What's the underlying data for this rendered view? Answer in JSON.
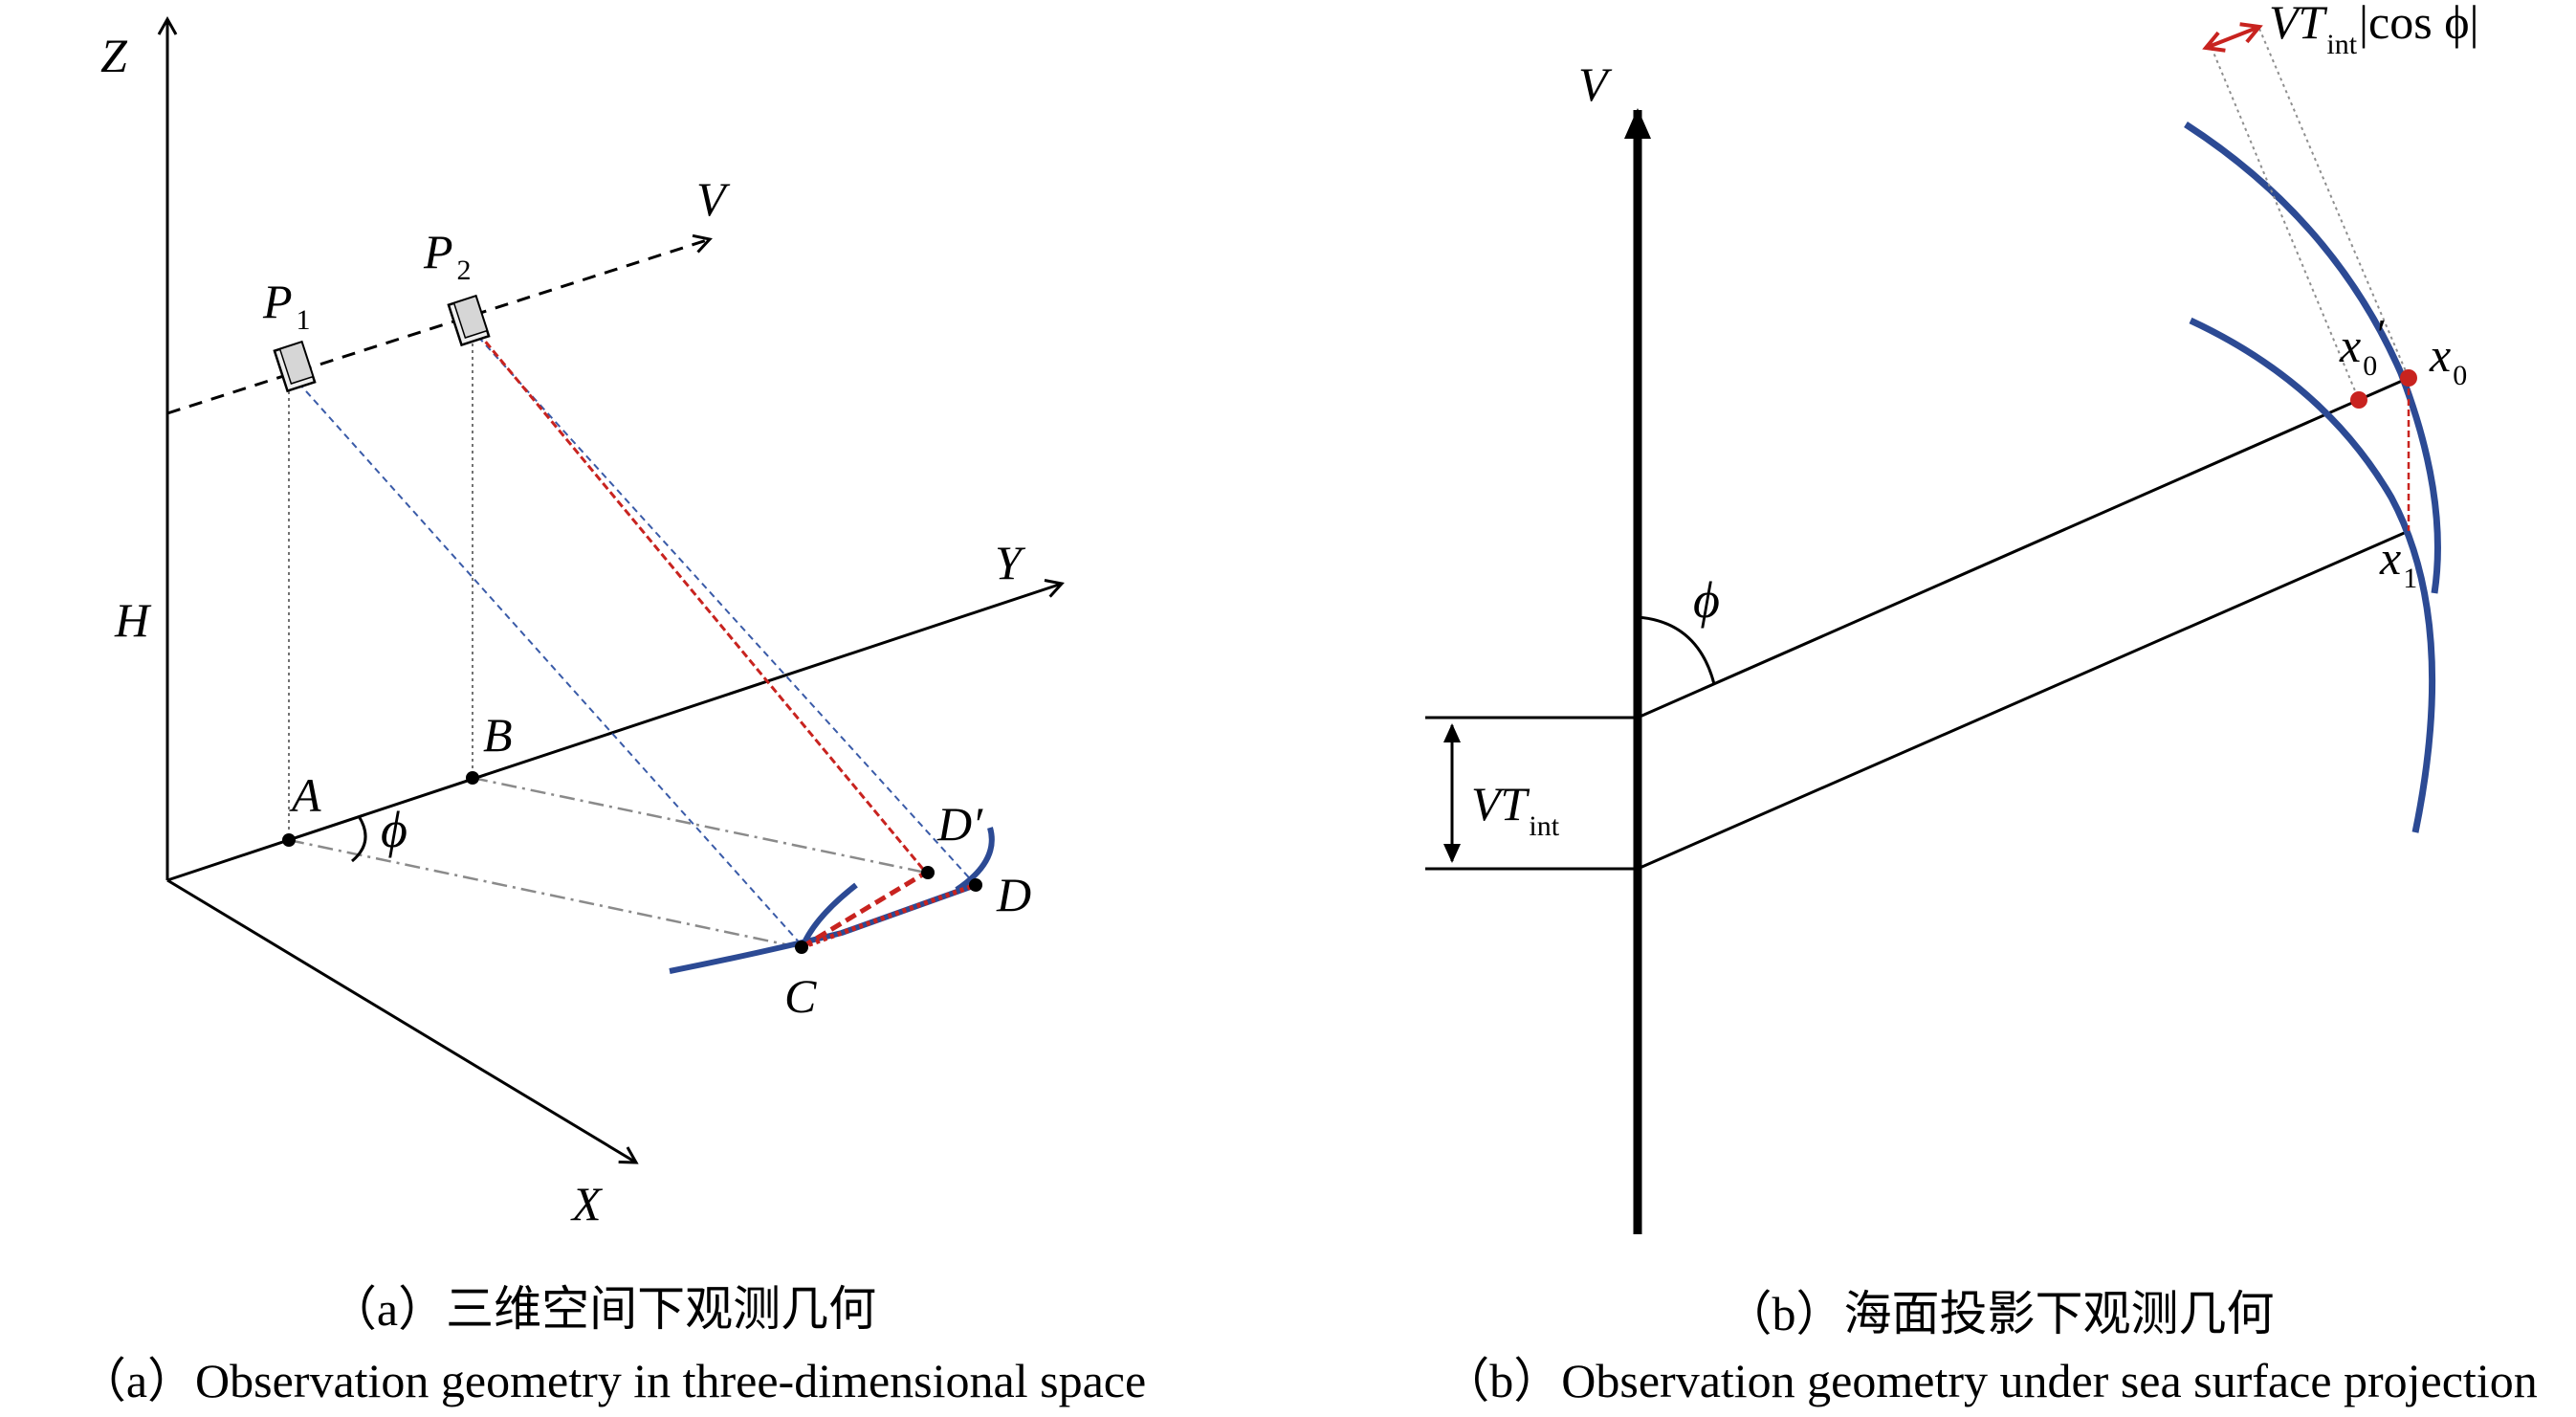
{
  "panel_a": {
    "axis_z": "Z",
    "axis_y": "Y",
    "axis_x": "X",
    "velocity": "V",
    "height": "H",
    "p1": "P",
    "p1_sub": "1",
    "p2": "P",
    "p2_sub": "2",
    "point_a": "A",
    "point_b": "B",
    "point_c": "C",
    "point_d": "D",
    "point_d_prime": "D′",
    "angle": "ϕ",
    "caption_cn": "（a）三维空间下观测几何",
    "caption_en": "（a）Observation geometry in three-dimensional space"
  },
  "panel_b": {
    "velocity": "V",
    "angle": "ϕ",
    "vt": "VT",
    "vt_sub": "int",
    "vt_cos": "VT",
    "vt_cos_sub": "int",
    "vt_cos_rest": "|cos ϕ|",
    "x0": "x",
    "x0_sub": "0",
    "x0p": "x",
    "x0p_sub": "0",
    "x0p_prime": "′",
    "x1": "x",
    "x1_sub": "1",
    "caption_cn": "（b）海面投影下观测几何",
    "caption_en": "（b）Observation geometry under sea surface projection"
  },
  "colors": {
    "line": "#000000",
    "curve_blue": "#2c4a94",
    "dashed_blue": "#3a5ba8",
    "red": "#c8231f",
    "dashdot_gray": "#8a8a8a",
    "dotted_gray": "#8f8f8f"
  }
}
